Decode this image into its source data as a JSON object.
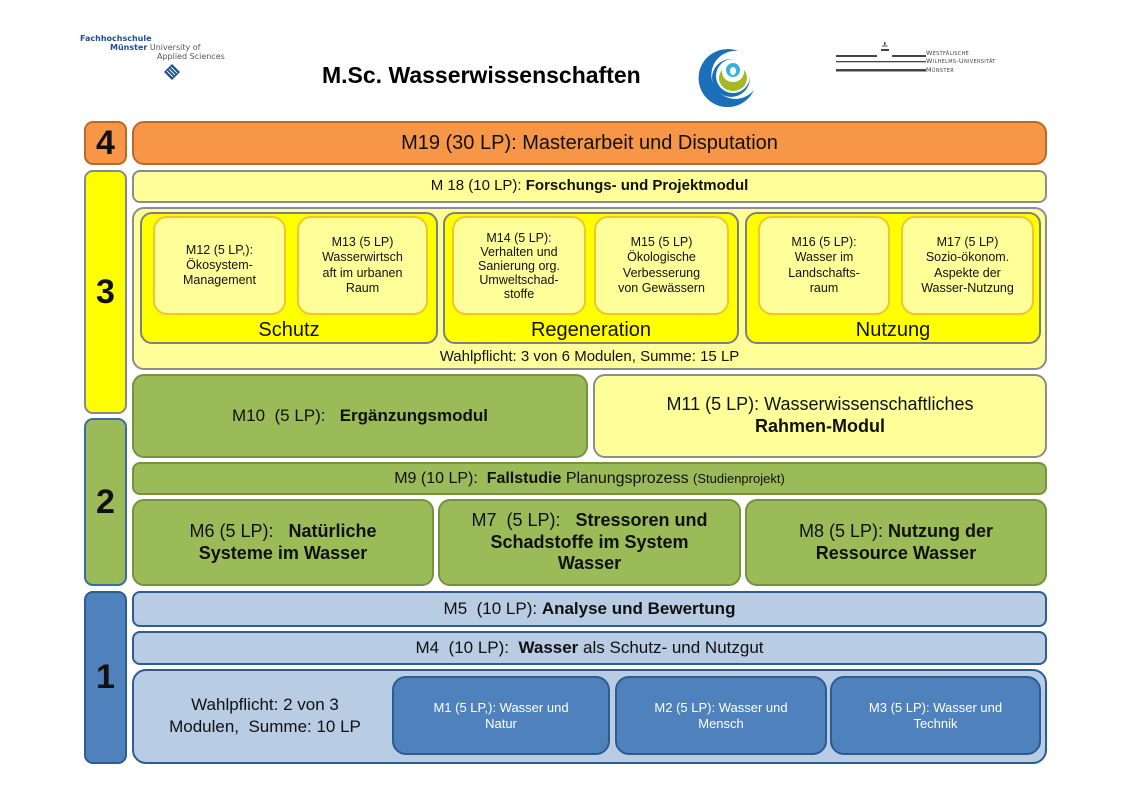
{
  "header": {
    "fh_logo": {
      "line1": "Fachhochschule",
      "line2_bold": "Münster",
      "line2_rest": " University of",
      "line3": "Applied Sciences"
    },
    "title": "M.Sc. Wasserwissenschaften",
    "wwu_logo": {
      "line1": "Westfälische",
      "line2": "Wilhelms-Universität",
      "line3": "Münster"
    }
  },
  "colors": {
    "semester4": "#f79646",
    "semester3": "#ffff00",
    "semester3_light": "#ffff99",
    "semester2": "#9bbb59",
    "semester1_dark": "#4f81bd",
    "semester1_light": "#b8cce4"
  },
  "semesters": {
    "s4": "4",
    "s3": "3",
    "s2": "2",
    "s1": "1"
  },
  "modules": {
    "m19": {
      "prefix": "M19  (30 LP):  ",
      "name": "Masterarbeit und Disputation"
    },
    "m18": {
      "prefix": "M 18 (10 LP):  ",
      "name": "Forschungs- und Projektmodul"
    },
    "m12": {
      "line1": "M12  (5 LP,):",
      "line2": "Ökosystem-",
      "line3": "Management"
    },
    "m13": {
      "line1": "M13 (5 LP)",
      "line2": "Wasserwirtsch",
      "line3": "aft im urbanen",
      "line4": "Raum"
    },
    "m14": {
      "line1": "M14  (5 LP):",
      "line2": "Verhalten und",
      "line3": "Sanierung org.",
      "line4": "Umweltschad-",
      "line5": "stoffe"
    },
    "m15": {
      "line1": "M15 (5 LP)",
      "line2": "Ökologische",
      "line3": "Verbesserung",
      "line4": "von Gewässern"
    },
    "m16": {
      "line1": "M16  (5 LP):",
      "line2": "Wasser im",
      "line3": "Landschafts-",
      "line4": "raum"
    },
    "m17": {
      "line1": "M17 (5 LP)",
      "line2": "Sozio-ökonom.",
      "line3": "Aspekte der",
      "line4": "Wasser-Nutzung"
    },
    "m10": {
      "prefix": "M10  (5 LP):   ",
      "name": "Ergänzungsmodul"
    },
    "m11": {
      "prefix": "M11  (5 LP): Wasserwissenschaftliches",
      "name": "Rahmen-Modul"
    },
    "m9": {
      "prefix": "M9 (10 LP):  ",
      "name": "Fallstudie",
      "rest": " Planungsprozess ",
      "note": "(Studienprojekt)"
    },
    "m6": {
      "prefix": "M6 (5 LP):   ",
      "name_a": "Natürliche",
      "name_b": "Systeme im Wasser"
    },
    "m7": {
      "prefix": "M7  (5 LP):   ",
      "name_a": "Stressoren und",
      "name_b": "Schadstoffe im System",
      "name_c": "Wasser"
    },
    "m8": {
      "prefix": "M8 (5 LP): ",
      "name_a": "Nutzung der",
      "name_b": "Ressource Wasser"
    },
    "m5": {
      "prefix": "M5  (10 LP): ",
      "name": "Analyse und Bewertung"
    },
    "m4": {
      "prefix": "M4  (10 LP):  ",
      "name": "Wasser",
      "rest": " als Schutz- und Nutzgut"
    },
    "m1": {
      "line1": "M1 (5 LP,): Wasser und",
      "line2": "Natur"
    },
    "m2": {
      "line1": "M2 (5 LP): Wasser und",
      "line2": "Mensch"
    },
    "m3": {
      "line1": "M3 (5 LP): Wasser und",
      "line2": "Technik"
    }
  },
  "groups": {
    "schutz": "Schutz",
    "regeneration": "Regeneration",
    "nutzung": "Nutzung"
  },
  "electives": {
    "semester3": "Wahlpflicht: 3 von 6 Modulen, Summe: 15  LP",
    "semester1_line1": "Wahlpflicht: 2 von 3",
    "semester1_line2": "Modulen,  Summe: 10 LP"
  }
}
